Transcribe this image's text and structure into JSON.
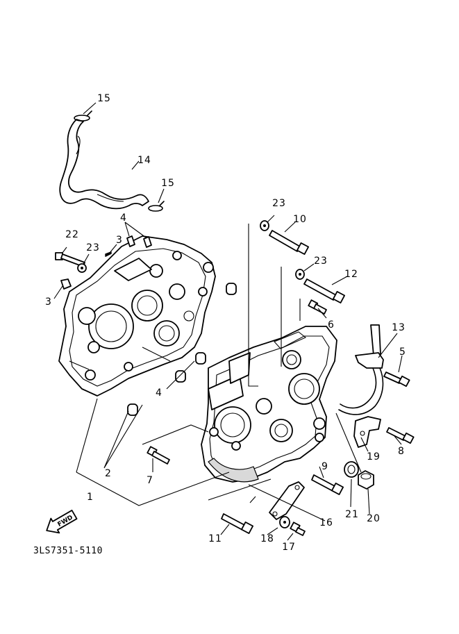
{
  "callouts": {
    "c1": "1",
    "c2": "2",
    "c3a": "3",
    "c3b": "3",
    "c4a": "4",
    "c4b": "4",
    "c5": "5",
    "c6": "6",
    "c7": "7",
    "c8": "8",
    "c9": "9",
    "c10": "10",
    "c11": "11",
    "c12": "12",
    "c13": "13",
    "c14": "14",
    "c15a": "15",
    "c15b": "15",
    "c16": "16",
    "c17": "17",
    "c18": "18",
    "c19": "19",
    "c20": "20",
    "c21": "21",
    "c22": "22",
    "c23a": "23",
    "c23b": "23",
    "c23c": "23"
  },
  "fwd_label": "FWD",
  "diagram_code": "3LS7351-5110"
}
